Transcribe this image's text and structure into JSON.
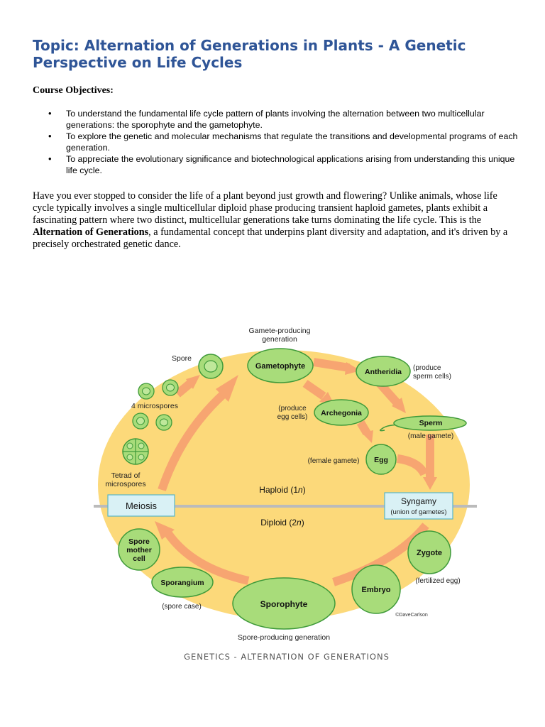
{
  "document": {
    "title": "Topic: Alternation of Generations in Plants - A Genetic Perspective on Life Cycles",
    "objectives_heading": "Course Objectives:",
    "objectives": [
      "To understand the fundamental life cycle pattern of plants involving the alternation between two multicellular generations: the sporophyte and the gametophyte.",
      "To explore the genetic and molecular mechanisms that regulate the transitions and developmental programs of each generation.",
      "To appreciate the evolutionary significance and biotechnological applications arising from understanding this unique life cycle."
    ],
    "intro_part1": "Have you ever stopped to consider the life of a plant beyond just growth and flowering? Unlike animals, whose life cycle typically involves a single multicellular diploid phase producing transient haploid gametes, plants exhibit a fascinating pattern where two distinct, multicellular generations take turns dominating the life cycle. This is the ",
    "intro_bold": "Alternation of Generations",
    "intro_part2": ", a fundamental concept that underpins plant diversity and adaptation, and it's driven by a precisely orchestrated genetic dance."
  },
  "diagram": {
    "gamete_gen_line1": "Gamete-producing",
    "gamete_gen_line2": "generation",
    "spore": "Spore",
    "gametophyte": "Gametophyte",
    "antheridia": "Antheridia",
    "antheridia_note_line1": "(produce",
    "antheridia_note_line2": "sperm cells)",
    "microspores": "4 microspores",
    "archegonia_note_line1": "(produce",
    "archegonia_note_line2": "egg cells)",
    "archegonia": "Archegonia",
    "sperm": "Sperm",
    "male_gamete": "(male gamete)",
    "tetrad_line1": "Tetrad of",
    "tetrad_line2": "microspores",
    "female_gamete": "(female gamete)",
    "egg": "Egg",
    "haploid": "Haploid (1",
    "haploid_n": "n",
    "haploid_close": ")",
    "meiosis": "Meiosis",
    "syngamy": "Syngamy",
    "syngamy_note": "(union of gametes)",
    "diploid": "Diploid (2",
    "diploid_n": "n",
    "diploid_close": ")",
    "spore_mother_line1": "Spore",
    "spore_mother_line2": "mother",
    "spore_mother_line3": "cell",
    "zygote": "Zygote",
    "sporangium": "Sporangium",
    "fertilized_egg": "(fertilized egg)",
    "embryo": "Embryo",
    "spore_case": "(spore case)",
    "sporophyte": "Sporophyte",
    "copyright": "©DaveCarlson",
    "spore_gen": "Spore-producing generation",
    "caption": "GENETICS - ALTERNATION OF GENERATIONS"
  },
  "colors": {
    "title": "#2f5597",
    "cycle_fill": "#fcd97a",
    "cell_fill": "#a8dc7a",
    "cell_stroke": "#3f9a3a",
    "arrow": "#f7a571",
    "box_fill": "#d9f1f5",
    "divider": "#bbbbbb"
  }
}
